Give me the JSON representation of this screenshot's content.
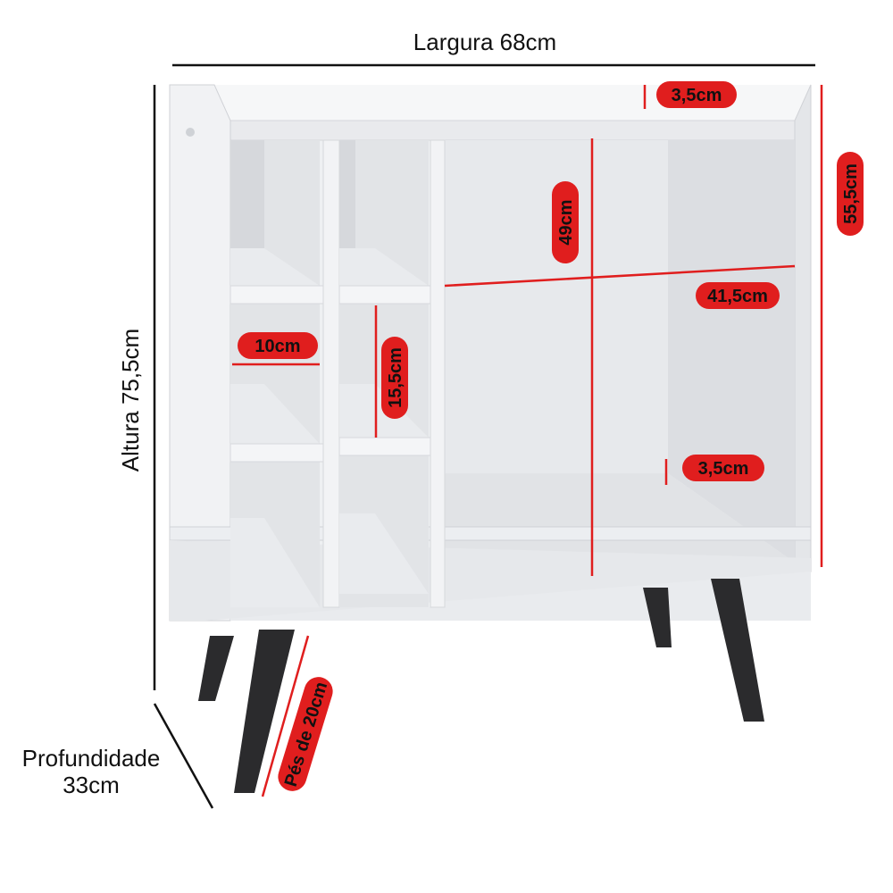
{
  "colors": {
    "panel": "#f3f4f6",
    "panel_shade": "#d9dbdf",
    "panel_edge": "#e8e9ec",
    "legs": "#2b2b2d",
    "measure_red": "#e01e1e",
    "line_black": "#111111"
  },
  "dimensions": {
    "width_label": "Largura 68cm",
    "height_label": "Altura 75,5cm",
    "depth_label_line1": "Profundidade",
    "depth_label_line2": "33cm"
  },
  "badges": {
    "top_rail": "3,5cm",
    "upper_height": "55,5cm",
    "open_height": "49cm",
    "open_width": "41,5cm",
    "niche_width": "10cm",
    "niche_height": "15,5cm",
    "bottom_rail": "3,5cm",
    "legs": "Pés de 20cm"
  }
}
